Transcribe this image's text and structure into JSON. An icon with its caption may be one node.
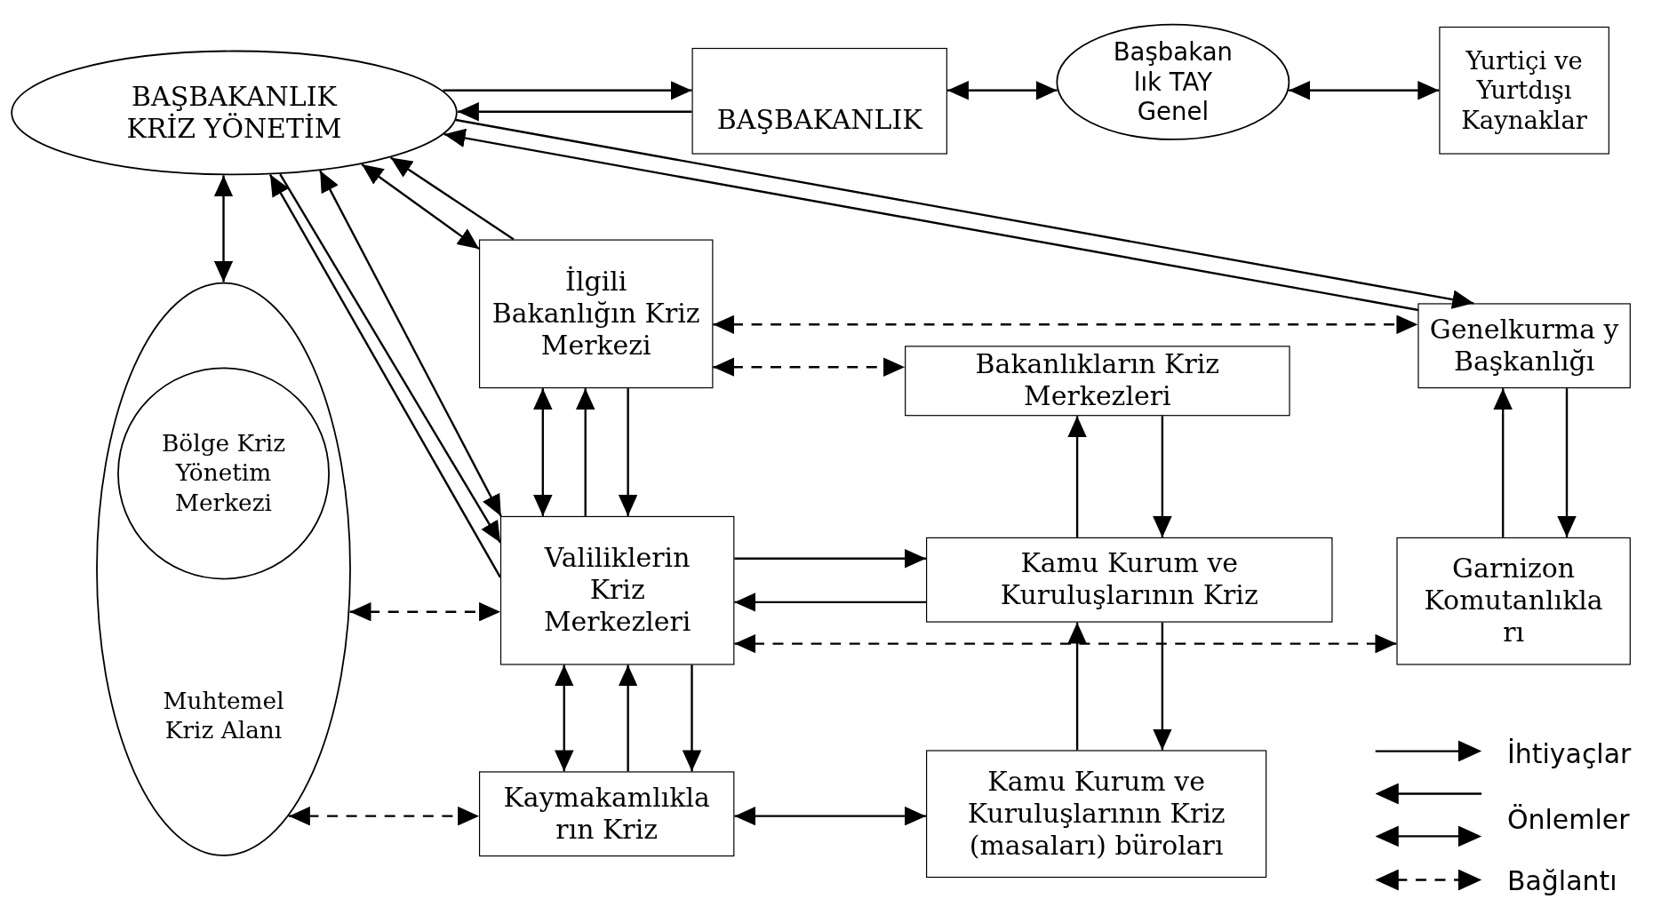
{
  "diagram": {
    "nodes": [
      {
        "text": [
          "BAŞBAKANLIK KRİZ YÖNETİM"
        ]
      },
      {
        "text": [
          "BAŞBAKANLIK"
        ]
      },
      {
        "text": [
          "Başbakan lık TAY Genel"
        ]
      },
      {
        "text": [
          "Yurtiçi ve Yurtdışı Kaynaklar"
        ]
      },
      {
        "text": [
          "Muhtemel Kriz Alanı"
        ]
      },
      {
        "text": [
          "Bölge Kriz Yönetim Merkezi"
        ],
        "in": 4
      },
      {
        "text": [
          "İlgili Bakanlığın Kriz Merkezi"
        ]
      },
      {
        "text": [
          "Bakanlıkların Kriz Merkezleri"
        ]
      },
      {
        "text": [
          "Genelkurma y Başkanlığı"
        ]
      },
      {
        "text": [
          "Valiliklerin Kriz Merkezleri"
        ]
      },
      {
        "text": [
          "Kamu Kurum ve Kuruluşlarının Kriz"
        ]
      },
      {
        "text": [
          "Garnizon Komutanlıkla rı"
        ]
      },
      {
        "text": [
          "Kaymakamlıkla rın Kriz"
        ]
      },
      {
        "text": [
          "Kamu Kurum ve Kuruluşlarının Kriz (masaları) büroları"
        ]
      }
    ],
    "edges": [
      {
        "from": 0,
        "to": 1,
        "arrow": "to"
      },
      {
        "from": 1,
        "to": 0,
        "arrow": "to"
      },
      {
        "from": 1,
        "to": 2,
        "arrow": "both"
      },
      {
        "from": 2,
        "to": 3,
        "arrow": "both"
      },
      {
        "from": 0,
        "to": 8,
        "arrow": "to"
      },
      {
        "from": 8,
        "to": 0,
        "arrow": "to"
      },
      {
        "from": 0,
        "to": 4,
        "arrow": "both"
      },
      {
        "from": 6,
        "to": 0,
        "arrow": "to"
      },
      {
        "from": 0,
        "to": 6,
        "arrow": "both"
      },
      {
        "from": 9,
        "to": 0,
        "arrow": "to"
      },
      {
        "from": 0,
        "to": 9,
        "arrow": "to"
      },
      {
        "from": 0,
        "to": 9,
        "arrow": "both"
      },
      {
        "from": 6,
        "to": 8,
        "arrow": "both",
        "style": "dashed"
      },
      {
        "from": 6,
        "to": 7,
        "arrow": "both",
        "style": "dashed"
      },
      {
        "from": 6,
        "to": 9,
        "arrow": "both"
      },
      {
        "from": 9,
        "to": 6,
        "arrow": "to"
      },
      {
        "from": 6,
        "to": 9,
        "arrow": "to"
      },
      {
        "from": 10,
        "to": 7,
        "arrow": "to"
      },
      {
        "from": 7,
        "to": 10,
        "arrow": "to"
      },
      {
        "from": 11,
        "to": 8,
        "arrow": "to"
      },
      {
        "from": 8,
        "to": 11,
        "arrow": "to"
      },
      {
        "from": 4,
        "to": 9,
        "arrow": "both",
        "style": "dashed"
      },
      {
        "from": 9,
        "to": 10,
        "arrow": "to"
      },
      {
        "from": 10,
        "to": 9,
        "arrow": "to"
      },
      {
        "from": 9,
        "to": 11,
        "arrow": "both",
        "style": "dashed"
      },
      {
        "from": 9,
        "to": 12,
        "arrow": "both"
      },
      {
        "from": 12,
        "to": 9,
        "arrow": "to"
      },
      {
        "from": 9,
        "to": 12,
        "arrow": "to"
      },
      {
        "from": 13,
        "to": 10,
        "arrow": "to"
      },
      {
        "from": 10,
        "to": 13,
        "arrow": "to"
      },
      {
        "from": 4,
        "to": 12,
        "arrow": "both",
        "style": "dashed"
      },
      {
        "from": 12,
        "to": 13,
        "arrow": "both"
      }
    ],
    "legend": [
      {
        "text": "İhtiyaçlar"
      },
      {
        "text": "Önlemler"
      },
      {
        "text": "Bağlantı"
      }
    ]
  }
}
